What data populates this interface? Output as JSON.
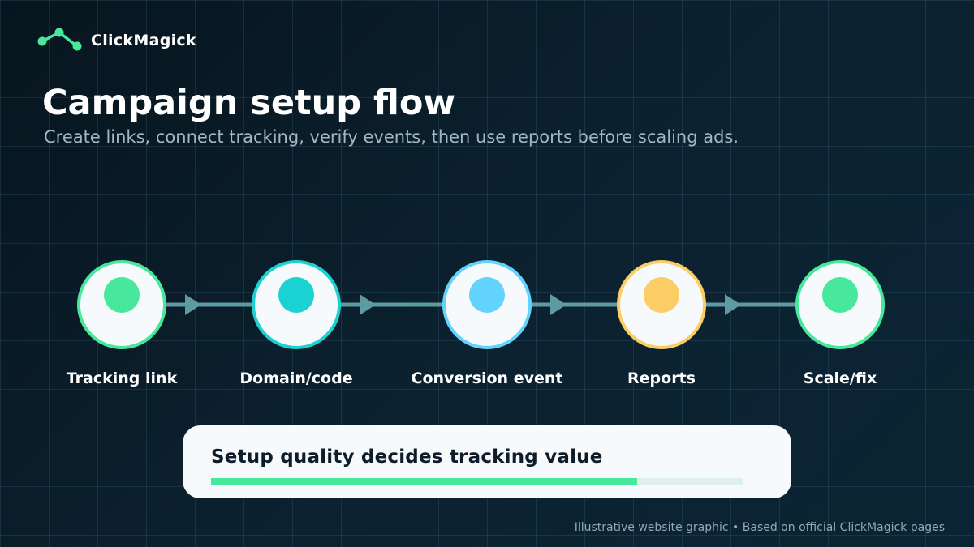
{
  "brand": {
    "name": "ClickMagick",
    "icon": "connected-nodes-logo",
    "accent": "#47e89c"
  },
  "title": "Campaign setup flow",
  "subtitle": "Create links, connect tracking, verify events, then use reports before scaling ads.",
  "steps": [
    {
      "label": "Tracking link",
      "color": "#47e89c"
    },
    {
      "label": "Domain/code",
      "color": "#1ad2d2"
    },
    {
      "label": "Conversion event",
      "color": "#62d3fc"
    },
    {
      "label": "Reports",
      "color": "#fccd64"
    },
    {
      "label": "Scale/fix",
      "color": "#47e89c"
    }
  ],
  "connector_color": "#5e9aa2",
  "callout": {
    "text": "Setup quality decides tracking value",
    "progress": 0.8,
    "bar_color": "#47e89c"
  },
  "footer": "Illustrative website graphic • Based on official ClickMagick pages"
}
